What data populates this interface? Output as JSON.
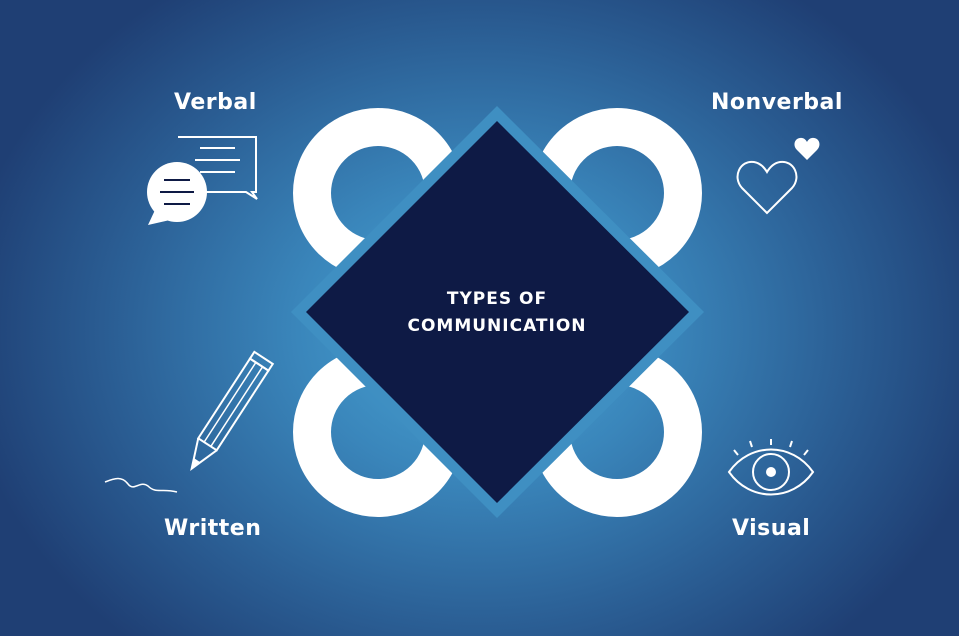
{
  "title": {
    "line1": "TYPES OF",
    "line2": "COMMUNICATION"
  },
  "types": [
    {
      "label": "Verbal",
      "icon": "speech-bubbles-icon"
    },
    {
      "label": "Nonverbal",
      "icon": "hearts-icon"
    },
    {
      "label": "Written",
      "icon": "pencil-icon"
    },
    {
      "label": "Visual",
      "icon": "eye-icon"
    }
  ],
  "colors": {
    "diamond": "#0e1a45",
    "rings": "#ffffff",
    "accent": "#4aa7d6"
  }
}
